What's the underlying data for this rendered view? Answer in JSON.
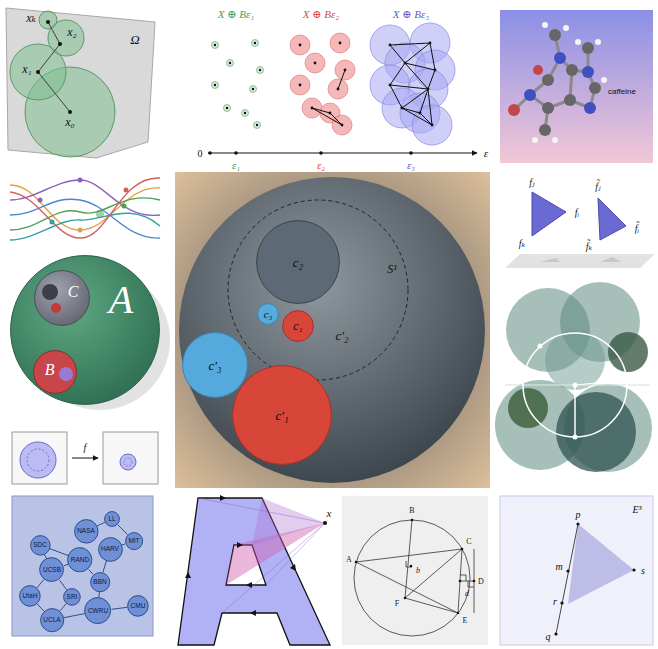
{
  "diagram": {
    "nodes": [
      {
        "text": [
          "c₂"
        ]
      },
      {
        "text": [
          "c₃"
        ]
      },
      {
        "text": [
          "c₁"
        ]
      },
      {
        "text": [
          "c′₃"
        ]
      },
      {
        "text": [
          "c′₁"
        ]
      },
      {
        "text": [
          "A"
        ]
      },
      {
        "text": [
          "C"
        ],
        "in": 5
      },
      {
        "text": [
          "B"
        ],
        "in": 5
      },
      {
        "text": [
          "LL"
        ]
      },
      {
        "text": [
          "NASA"
        ]
      },
      {
        "text": [
          "MIT"
        ]
      },
      {
        "text": [
          "SDC"
        ]
      },
      {
        "text": [
          "HARV"
        ]
      },
      {
        "text": [
          "RAND"
        ]
      },
      {
        "text": [
          "UCSB"
        ]
      },
      {
        "text": [
          "BBN"
        ]
      },
      {
        "text": [
          "UtaH"
        ]
      },
      {
        "text": [
          "SRI"
        ]
      },
      {
        "text": [
          "CMU"
        ]
      },
      {
        "text": [
          "CWRU"
        ]
      },
      {
        "text": [
          "UCLA"
        ]
      }
    ],
    "edges": [
      {
        "from": 9,
        "to": 8,
        "arrow": "none"
      },
      {
        "from": 8,
        "to": 10,
        "arrow": "none"
      },
      {
        "from": 12,
        "to": 10,
        "arrow": "none"
      },
      {
        "from": 11,
        "to": 13,
        "arrow": "none"
      },
      {
        "from": 11,
        "to": 14,
        "arrow": "none"
      },
      {
        "from": 13,
        "to": 14,
        "arrow": "none"
      },
      {
        "from": 13,
        "to": 15,
        "arrow": "none"
      },
      {
        "from": 12,
        "to": 15,
        "arrow": "none"
      },
      {
        "from": 14,
        "to": 16,
        "arrow": "none"
      },
      {
        "from": 14,
        "to": 17,
        "arrow": "none"
      },
      {
        "from": 16,
        "to": 20,
        "arrow": "none"
      },
      {
        "from": 17,
        "to": 20,
        "arrow": "none"
      },
      {
        "from": 15,
        "to": 19,
        "arrow": "none"
      },
      {
        "from": 19,
        "to": 18,
        "arrow": "none"
      },
      {
        "from": 19,
        "to": 20,
        "arrow": "none"
      }
    ],
    "labels": [
      "xₖ",
      "x₂",
      "x₁",
      "x₀",
      "Ω",
      "X ⊕ Bε₁",
      "X ⊕ Bε₂",
      "X ⊕ Bε₃",
      "0",
      "ε₁",
      "ε₂",
      "ε₃",
      "ε",
      "caffeine",
      "S¹",
      "c′₂",
      "f",
      "fⱼ",
      "fᵢ",
      "fₖ",
      "f̃ⱼ",
      "f̃ᵢ",
      "f̃ₖ",
      "x",
      "A",
      "B",
      "C",
      "D",
      "E",
      "F",
      "b",
      "d",
      "E³",
      "p",
      "s",
      "m",
      "r",
      "q"
    ]
  }
}
